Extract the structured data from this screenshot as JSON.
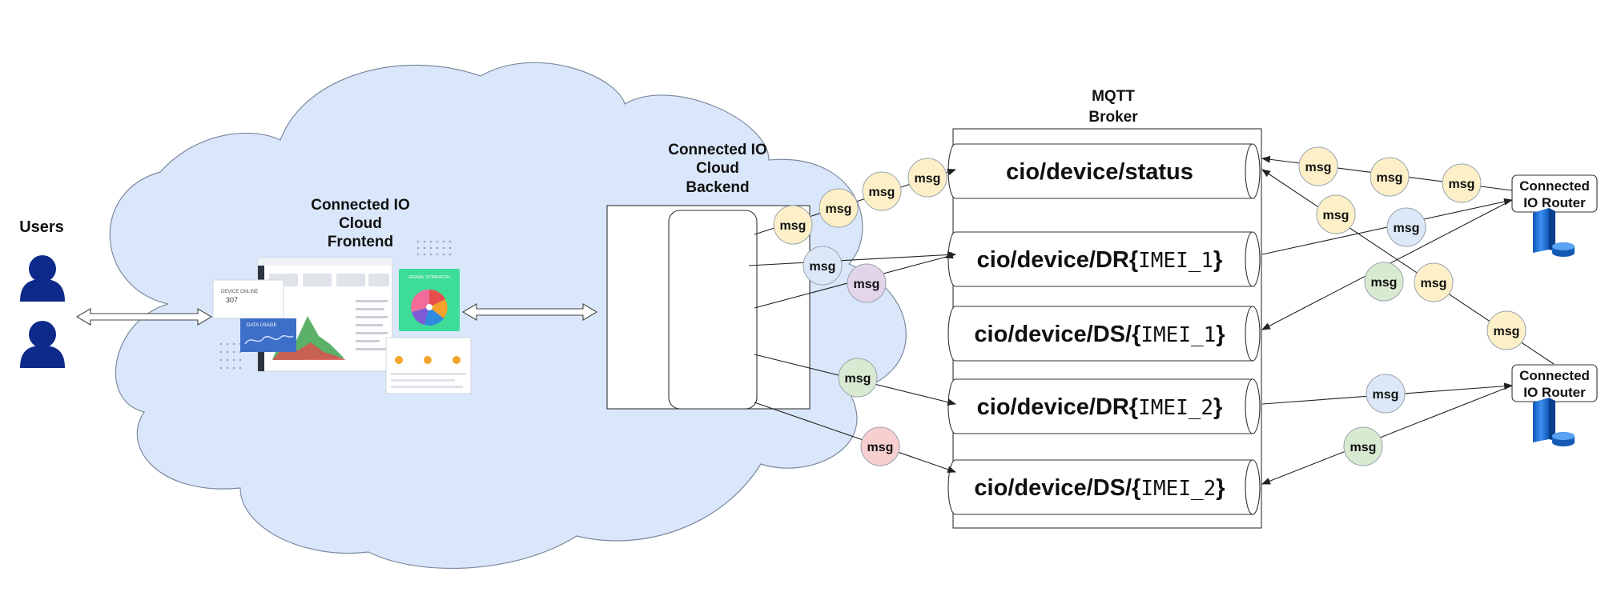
{
  "users_label": "Users",
  "frontend_title": [
    "Connected IO",
    "Cloud",
    "Frontend"
  ],
  "backend_title": [
    "Connected IO",
    "Cloud",
    "Backend"
  ],
  "broker_title": [
    "MQTT",
    "Broker"
  ],
  "routers": [
    {
      "label": [
        "Connected",
        "IO Router"
      ]
    },
    {
      "label": [
        "Connected",
        "IO Router"
      ]
    }
  ],
  "topics": [
    {
      "prefix": "cio/device/status",
      "suffix": ""
    },
    {
      "prefix": "cio/device/DR{",
      "suffix": "IMEI_1",
      "close": "}"
    },
    {
      "prefix": "cio/device/DS/{",
      "suffix": "IMEI_1",
      "close": "}"
    },
    {
      "prefix": "cio/device/DR{",
      "suffix": "IMEI_2",
      "close": "}"
    },
    {
      "prefix": "cio/device/DS/{",
      "suffix": "IMEI_2",
      "close": "}"
    }
  ],
  "message_label": "msg",
  "dashboard": {
    "device_online_label": "DEVICE ONLINE",
    "device_online_value": "307",
    "data_usage_label": "DATA USAGE",
    "signal_strength_label": "SIGNAL STRENGTH"
  },
  "colors": {
    "cloud": "#dae7fb",
    "user": "#0d2a8a",
    "msg_yellow": "#fdf0c8",
    "msg_blue": "#dce8f8",
    "msg_purple": "#e2d5ea",
    "msg_green": "#d9ead2",
    "msg_red": "#f8cfcf",
    "server": "#1a6fd6"
  }
}
